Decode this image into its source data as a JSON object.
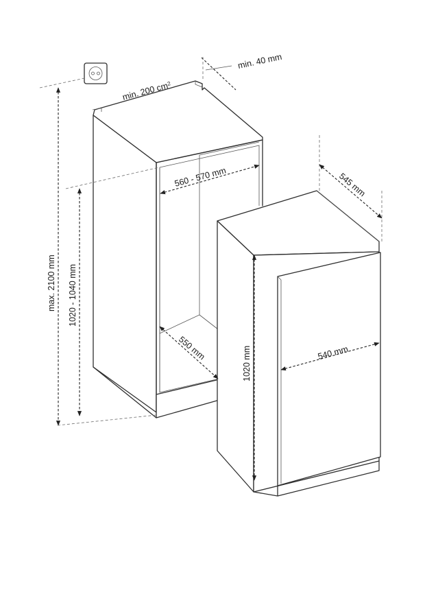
{
  "diagram": {
    "labels": {
      "min_40": "min. 40 mm",
      "min_200": "min. 200 cm",
      "min_200_sup": "2",
      "width_560_570": "560 - 570 mm",
      "depth_545": "545 mm",
      "max_2100": "max. 2100 mm",
      "height_1020_1040": "1020 - 1040 mm",
      "depth_550": "550 mm",
      "height_1020": "1020 mm",
      "width_540": "540 mm"
    }
  }
}
